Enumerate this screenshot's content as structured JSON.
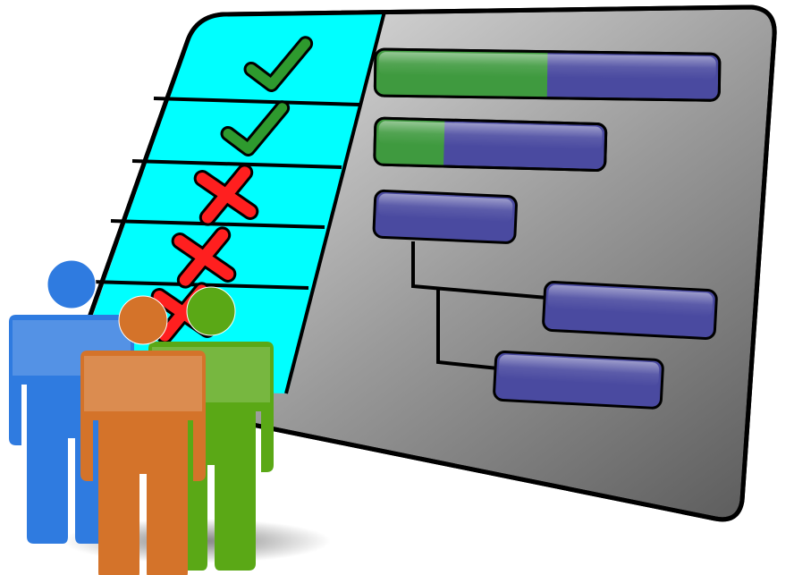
{
  "illustration": {
    "board_icon": "gantt-chart-board-icon",
    "checklist": [
      {
        "status": "done",
        "icon": "checkmark-icon"
      },
      {
        "status": "done",
        "icon": "checkmark-icon"
      },
      {
        "status": "failed",
        "icon": "cross-icon"
      },
      {
        "status": "failed",
        "icon": "cross-icon"
      },
      {
        "status": "failed",
        "icon": "cross-icon"
      }
    ],
    "tasks": [
      {
        "progress": 0.5
      },
      {
        "progress": 0.3
      },
      {
        "progress": 0
      },
      {
        "progress": 0
      },
      {
        "progress": 0
      }
    ],
    "dependencies": [
      [
        2,
        3
      ],
      [
        2,
        4
      ]
    ],
    "people": [
      {
        "icon": "person-icon",
        "color": "#2f7be0"
      },
      {
        "icon": "person-icon",
        "color": "#5aa816"
      },
      {
        "icon": "person-icon",
        "color": "#d4732a"
      }
    ],
    "colors": {
      "checklist_bg": "#00ffff",
      "board_gray": "#8a8a8a",
      "bar_blue": "#4a4aa0",
      "bar_green": "#3f9a3f",
      "check": "#2e9a2e",
      "cross": "#ff1f1f"
    }
  }
}
